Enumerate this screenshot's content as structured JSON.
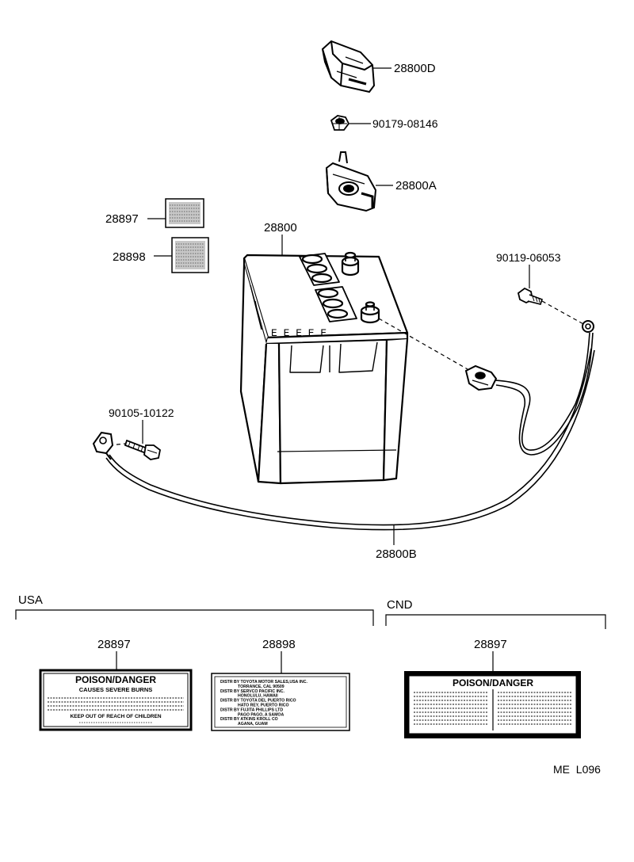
{
  "parts": {
    "cover": "28800D",
    "nut": "90179-08146",
    "clamp": "28800A",
    "label_28897": "28897",
    "label_28898": "28898",
    "battery": "28800",
    "bolt_right": "90119-06053",
    "bolt_left": "90105-10122",
    "cable": "28800B"
  },
  "regions": {
    "usa": "USA",
    "cnd": "CND"
  },
  "label_parts": {
    "usa_1": "28897",
    "usa_2": "28898",
    "cnd_1": "28897"
  },
  "labels": {
    "usa_poison_title": "POISON/DANGER",
    "usa_poison_sub": "CAUSES SEVERE BURNS",
    "usa_poison_footer": "KEEP OUT OF REACH OF CHILDREN",
    "distributor_lines": [
      "DISTR BY TOYOTA MOTOR SALES,USA INC.",
      "TORRANCE, CAL 90509",
      "DISTR BY SERVCO PACIFIC INC.",
      "HONOLULU, HAWAII",
      "DISTR BY TOYOTA DEL PUERTO RICO",
      "HATO REY, PUERTO RICO",
      "DISTR BY FUJITA PHILLIPS LTD",
      "PAGO PAGO, A SAMOA",
      "DISTR BY ATKINS KROLL CO",
      "AGANA, GUAM"
    ],
    "cnd_poison_title": "POISON/DANGER"
  },
  "footer_code": "ME  L096"
}
